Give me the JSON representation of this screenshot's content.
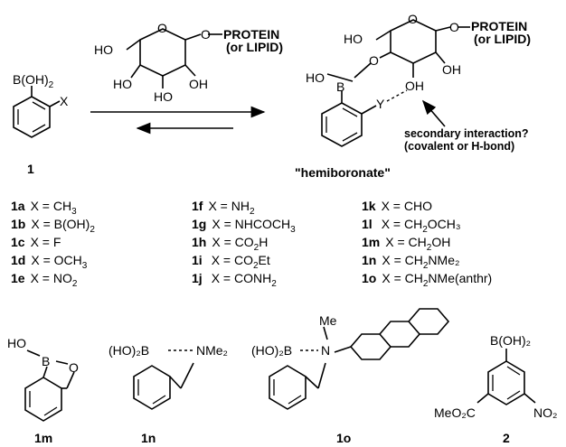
{
  "scheme": {
    "reactant_sugar_label_1": "PROTEIN",
    "reactant_sugar_label_2": "(or LIPID)",
    "product_sugar_label_1": "PROTEIN",
    "product_sugar_label_2": "(or LIPID)",
    "ho": "HO",
    "o": "O",
    "oh": "OH",
    "b": "B",
    "y": "Y",
    "boronic_acid": "B(OH)",
    "x": "X",
    "compound_1": "1",
    "hemiboronate": "\"hemiboronate\"",
    "secondary_1": "secondary interaction?",
    "secondary_2": "(covalent or H-bond)"
  },
  "series": [
    {
      "id": "1a",
      "formula": "X = CH",
      "sub": "3",
      "tail": ""
    },
    {
      "id": "1b",
      "formula": "X = B(OH)",
      "sub": "2",
      "tail": ""
    },
    {
      "id": "1c",
      "formula": "X = F",
      "sub": "",
      "tail": ""
    },
    {
      "id": "1d",
      "formula": "X = OCH",
      "sub": "3",
      "tail": ""
    },
    {
      "id": "1e",
      "formula": "X = NO",
      "sub": "2",
      "tail": ""
    },
    {
      "id": "1f",
      "formula": "X = NH",
      "sub": "2",
      "tail": ""
    },
    {
      "id": "1g",
      "formula": "X = NHCOCH",
      "sub": "3",
      "tail": ""
    },
    {
      "id": "1h",
      "formula": "X = CO",
      "sub": "2",
      "tail": "H"
    },
    {
      "id": "1i",
      "formula": "X = CO",
      "sub": "2",
      "tail": "Et"
    },
    {
      "id": "1j",
      "formula": "X = CONH",
      "sub": "2",
      "tail": ""
    },
    {
      "id": "1k",
      "formula": "X = CHO",
      "sub": "",
      "tail": ""
    },
    {
      "id": "1l",
      "formula": "X = CH",
      "sub": "2",
      "tail": "OCH₃"
    },
    {
      "id": "1m",
      "formula": "X = CH",
      "sub": "2",
      "tail": "OH"
    },
    {
      "id": "1n",
      "formula": "X = CH",
      "sub": "2",
      "tail": "NMe₂"
    },
    {
      "id": "1o",
      "formula": "X = CH",
      "sub": "2",
      "tail": "NMe(anthr)"
    }
  ],
  "bottom": {
    "m_ho": "HO",
    "m_b": "B",
    "m_o": "O",
    "n_hob": "(HO)₂B",
    "n_nme2": "NMe₂",
    "o_me": "Me",
    "o_hob": "(HO)₂B",
    "o_n": "N",
    "c2_boh": "B(OH)₂",
    "c2_meo": "MeO₂C",
    "c2_no": "NO₂",
    "label_1m": "1m",
    "label_1n": "1n",
    "label_1o": "1o",
    "label_2": "2"
  }
}
